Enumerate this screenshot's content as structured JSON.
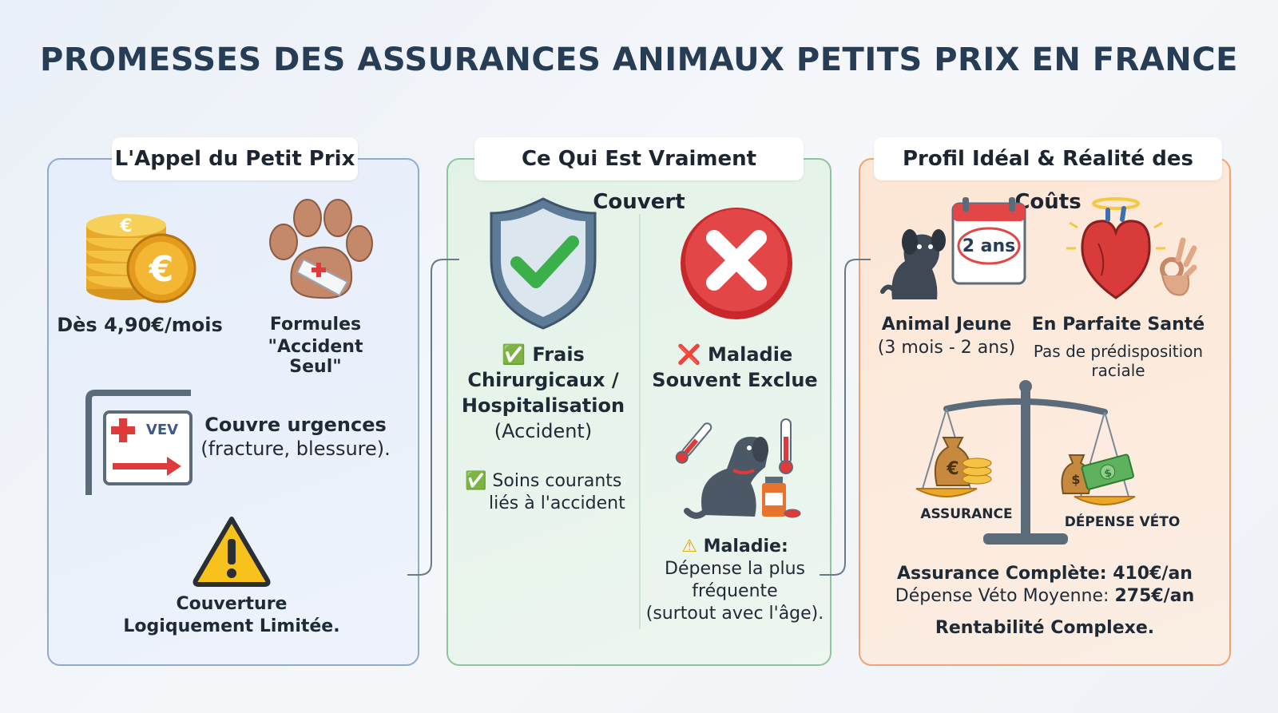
{
  "title": "PROMESSES DES ASSURANCES ANIMAUX PETITS PRIX EN FRANCE",
  "left": {
    "title": "L'Appel du Petit Prix",
    "price": "Dès 4,90€/mois",
    "formula_line1": "Formules",
    "formula_line2": "\"Accident Seul\"",
    "sign_text": "VEV",
    "urgences_bold": "Couvre urgences",
    "urgences_detail": "(fracture, blessure).",
    "limited_line1": "Couverture",
    "limited_line2": "Logiquement Limitée."
  },
  "middle": {
    "title": "Ce Qui Est Vraiment Couvert",
    "covered_check": "✅",
    "covered_line1": "Frais",
    "covered_line2": "Chirurgicaux /",
    "covered_line3": "Hospitalisation",
    "covered_line4": "(Accident)",
    "care_check": "✅",
    "care_line1": "Soins courants",
    "care_line2": "liés à l'accident",
    "excluded_cross": "❌",
    "excluded_line1": "Maladie",
    "excluded_line2": "Souvent Exclue",
    "warning_symbol": "⚠",
    "warning_bold": "Maladie:",
    "warning_line1": "Dépense la plus",
    "warning_line2": "fréquente",
    "warning_line3": "(surtout avec l'âge)."
  },
  "right": {
    "title": "Profil Idéal & Réalité des Coûts",
    "calendar_text": "2 ans",
    "young_bold": "Animal Jeune",
    "young_detail": "(3 mois - 2 ans)",
    "health_bold": "En Parfaite Santé",
    "health_line1": "Pas de prédisposition",
    "health_line2": "raciale",
    "scale_left": "ASSURANCE",
    "scale_right": "DÉPENSE VÉTO",
    "cost1_label": "Assurance Complète: ",
    "cost1_value": "410€/an",
    "cost2_label": "Dépense Véto Moyenne: ",
    "cost2_value": "275€/an",
    "conclusion": "Rentabilité Complexe."
  },
  "colors": {
    "blue_border": "#8fabcf",
    "green_border": "#8ec49e",
    "orange_border": "#eea379",
    "title_color": "#263d55"
  }
}
